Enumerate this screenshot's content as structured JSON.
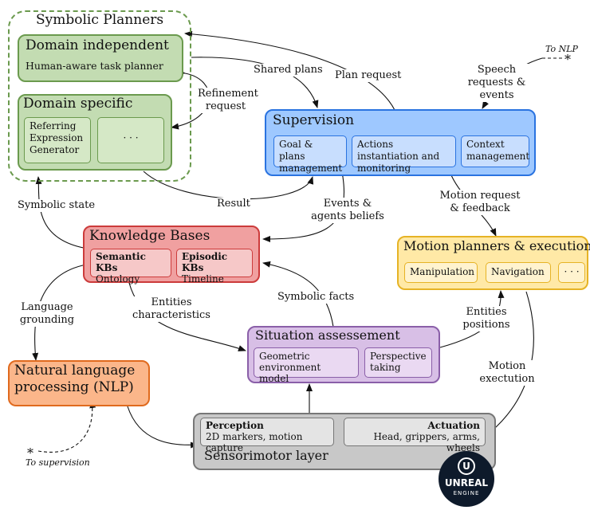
{
  "symbolic_planners": {
    "title": "Symbolic Planners",
    "domain_independent": {
      "title": "Domain independent",
      "sub": "Human-aware task planner"
    },
    "domain_specific": {
      "title": "Domain specific",
      "items": [
        "Referring Expression Generator",
        "· · ·"
      ]
    }
  },
  "supervision": {
    "title": "Supervision",
    "items": [
      "Goal & plans management",
      "Actions instantiation and monitoring",
      "Context management"
    ]
  },
  "knowledge_bases": {
    "title": "Knowledge Bases",
    "semantic": {
      "title": "Semantic KBs",
      "sub": "Ontology"
    },
    "episodic": {
      "title": "Episodic KBs",
      "sub": "Timeline"
    }
  },
  "motion_planners": {
    "title": "Motion planners & execution",
    "items": [
      "Manipulation",
      "Navigation",
      "· · ·"
    ]
  },
  "situation_assessment": {
    "title": "Situation assessement",
    "items": [
      "Geometric environment model",
      "Perspective taking"
    ]
  },
  "nlp": {
    "title": "Natural language processing (NLP)"
  },
  "sensorimotor": {
    "title": "Sensorimotor layer",
    "perception": {
      "title": "Perception",
      "sub": "2D markers, motion capture"
    },
    "actuation": {
      "title": "Actuation",
      "sub": "Head, grippers, arms, wheels"
    }
  },
  "labels": {
    "shared_plans": "Shared plans",
    "plan_request": "Plan request",
    "refinement_request": "Refinement request",
    "speech": "Speech requests & events",
    "to_nlp": "To NLP",
    "result": "Result",
    "symbolic_state": "Symbolic state",
    "events_beliefs": "Events & agents beliefs",
    "motion_request": "Motion request & feedback",
    "language_grounding": "Language grounding",
    "entities_characteristics": "Entities characteristics",
    "symbolic_facts": "Symbolic facts",
    "entities_positions": "Entities positions",
    "motion_execution": "Motion exectution",
    "to_supervision": "To supervision",
    "star": "*"
  },
  "logo": {
    "line1": "UNREAL",
    "line2": "ENGINE"
  },
  "colors": {
    "green_fill": "#c3dcb2",
    "green_stroke": "#6b9a4e",
    "blue_fill": "#9ec8ff",
    "blue_stroke": "#2a73e0",
    "red_fill": "#f0a0a0",
    "red_stroke": "#cc3b3b",
    "yellow_fill": "#ffe9a6",
    "yellow_stroke": "#e6b325",
    "purple_fill": "#d8bfe6",
    "purple_stroke": "#8a5fa8",
    "orange_fill": "#fbb68a",
    "orange_stroke": "#e06a1e",
    "grey_fill": "#c8c8c8",
    "grey_stroke": "#777777"
  }
}
